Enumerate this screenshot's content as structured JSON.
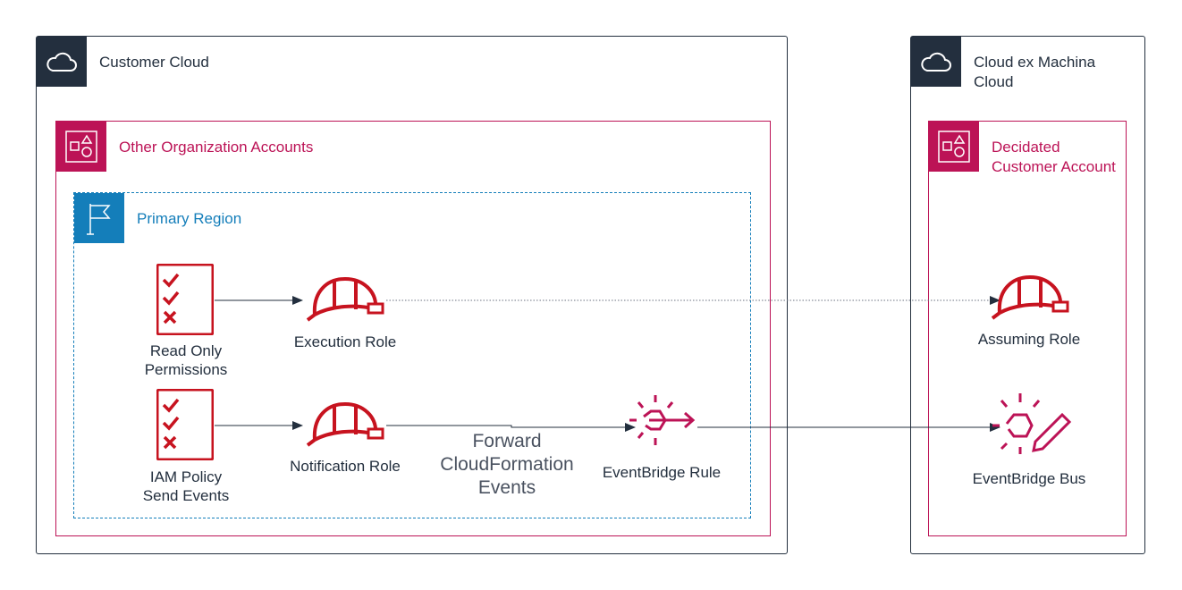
{
  "customer_cloud": {
    "title": "Customer Cloud",
    "icon": "cloud-icon"
  },
  "other_accounts": {
    "title": "Other Organization Accounts",
    "icon": "account-shapes-icon"
  },
  "primary_region": {
    "title": "Primary Region",
    "icon": "flag-icon"
  },
  "cem_cloud": {
    "title": "Cloud ex Machina\nCloud",
    "icon": "cloud-icon"
  },
  "dedicated_account": {
    "title": "Decidated\nCustomer Account",
    "icon": "account-shapes-icon"
  },
  "nodes": {
    "read_only": {
      "label": "Read Only\nPermissions",
      "icon": "checklist-icon"
    },
    "execution_role": {
      "label": "Execution Role",
      "icon": "helmet-icon"
    },
    "iam_policy": {
      "label": "IAM Policy\nSend Events",
      "icon": "checklist-icon"
    },
    "notification_role": {
      "label": "Notification Role",
      "icon": "helmet-icon"
    },
    "eventbridge_rule": {
      "label": "EventBridge Rule",
      "icon": "eventbridge-rule-icon"
    },
    "assuming_role": {
      "label": "Assuming Role",
      "icon": "helmet-icon"
    },
    "eventbridge_bus": {
      "label": "EventBridge Bus",
      "icon": "eventbridge-bus-icon"
    }
  },
  "edge_label": "Forward\nCloudFormation\nEvents",
  "colors": {
    "dark": "#232f3e",
    "account": "#bc1356",
    "region": "#147eba",
    "iam": "#c7131f"
  }
}
